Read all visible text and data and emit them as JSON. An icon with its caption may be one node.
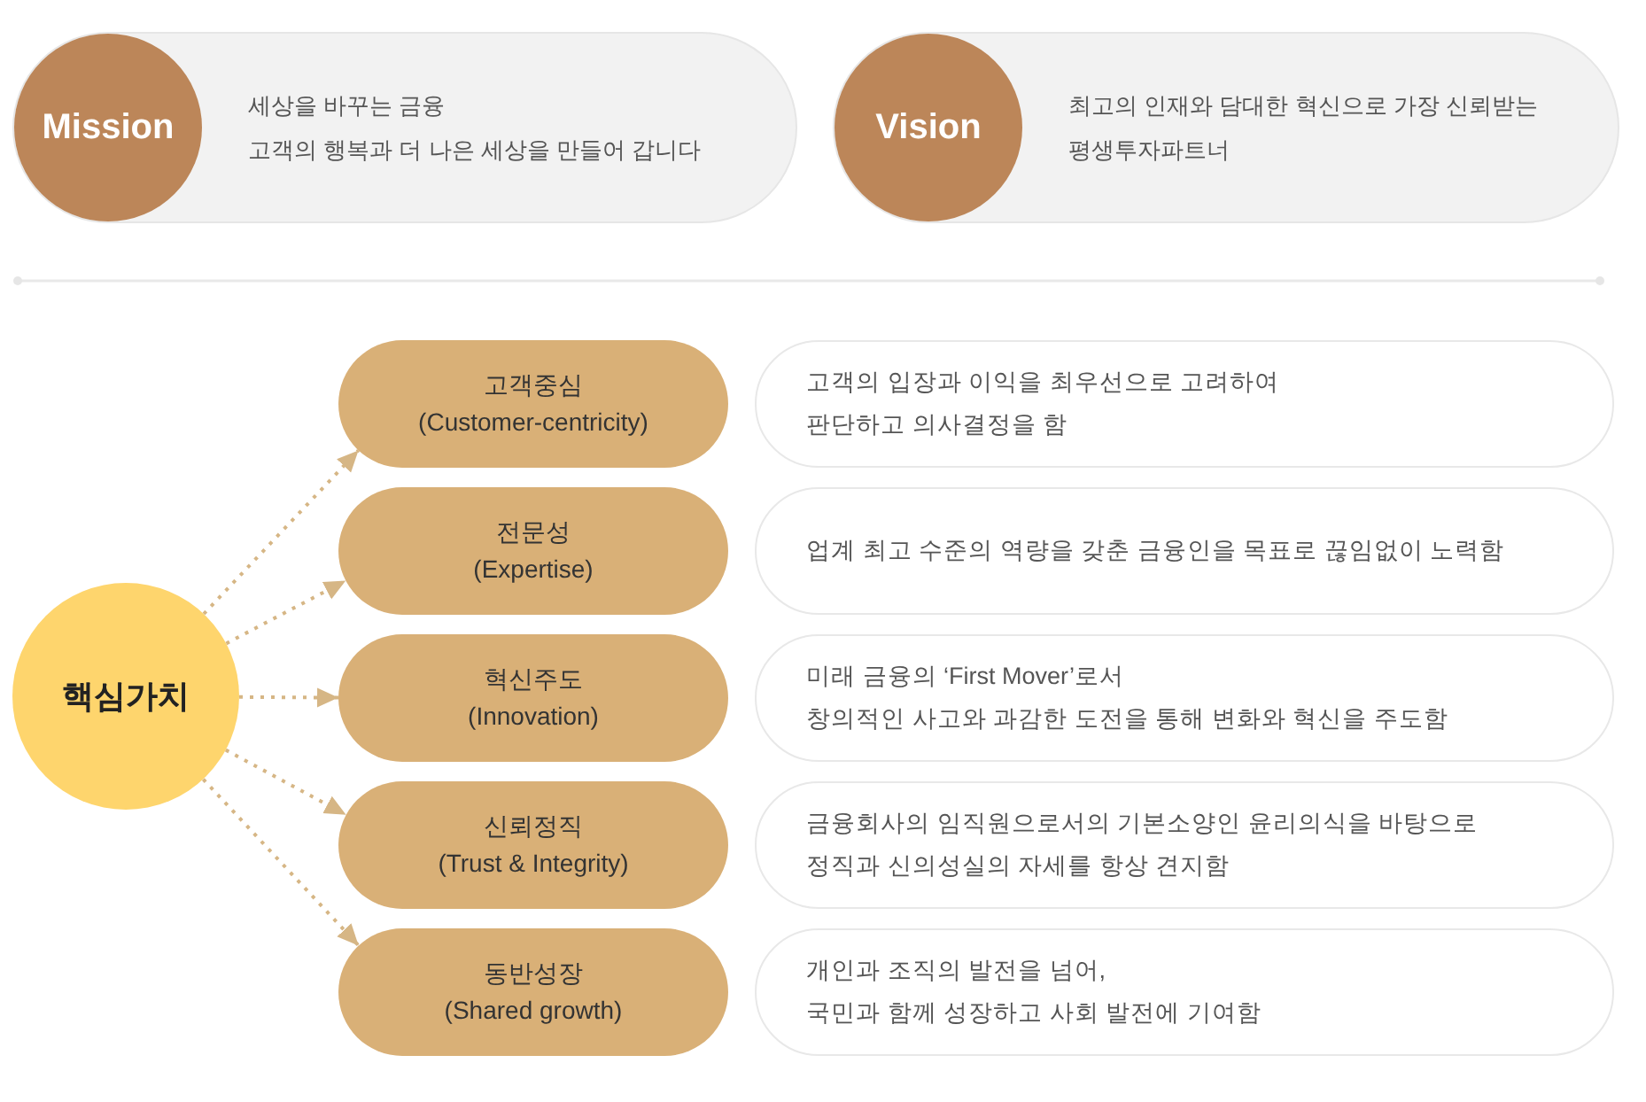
{
  "diagram": {
    "nodes": [
      {
        "text": [
          "세상을 바꾸는 금융",
          "고객의 행복과 더 나은 세상을 만들어 갑니다"
        ]
      },
      {
        "text": [
          "Mission"
        ],
        "in": 0
      },
      {
        "text": [
          "최고의 인재와 담대한 혁신으로 가장 신뢰받는",
          "평생투자파트너"
        ]
      },
      {
        "text": [
          "Vision"
        ],
        "in": 2
      },
      {
        "text": [
          "핵심가치"
        ]
      },
      {
        "text": [
          "고객중심",
          "(Customer-centricity)"
        ]
      },
      {
        "text": [
          "고객의 입장과 이익을 최우선으로 고려하여",
          "판단하고 의사결정을 함"
        ]
      },
      {
        "text": [
          "전문성",
          "(Expertise)"
        ]
      },
      {
        "text": [
          "업계 최고 수준의 역량을 갖춘 금융인을 목표로 끊임없이 노력함"
        ]
      },
      {
        "text": [
          "혁신주도",
          "(Innovation)"
        ]
      },
      {
        "text": [
          "미래 금융의 ‘First Mover’로서",
          "창의적인 사고와 과감한 도전을 통해 변화와 혁신을 주도함"
        ]
      },
      {
        "text": [
          "신뢰정직",
          "(Trust & Integrity)"
        ]
      },
      {
        "text": [
          "금융회사의 임직원으로서의 기본소양인 윤리의식을 바탕으로",
          "정직과 신의성실의 자세를 항상 견지함"
        ]
      },
      {
        "text": [
          "동반성장",
          "(Shared growth)"
        ]
      },
      {
        "text": [
          "개인과 조직의 발전을 넘어,",
          "국민과 함께 성장하고 사회 발전에 기여함"
        ]
      }
    ],
    "edges": [
      {
        "from": 4,
        "to": 5,
        "arrow": "to",
        "style": "dashed"
      },
      {
        "from": 4,
        "to": 7,
        "arrow": "to",
        "style": "dashed"
      },
      {
        "from": 4,
        "to": 9,
        "arrow": "to",
        "style": "dashed"
      },
      {
        "from": 4,
        "to": 11,
        "arrow": "to",
        "style": "dashed"
      },
      {
        "from": 4,
        "to": 13,
        "arrow": "to",
        "style": "dashed"
      }
    ]
  }
}
